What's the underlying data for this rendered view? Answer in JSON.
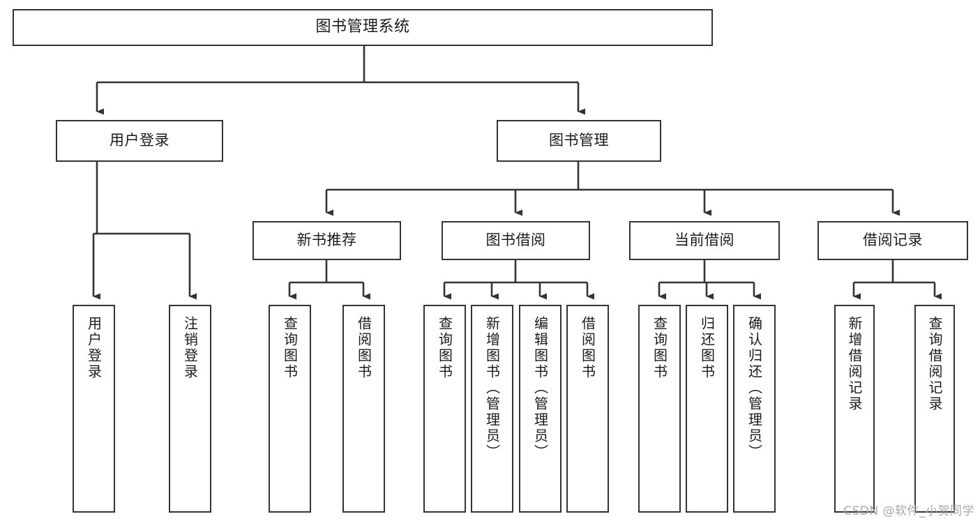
{
  "diagram": {
    "title": "图书管理系统",
    "type": "tree-hierarchy",
    "watermark": "CSDN @软件_小贺同学",
    "colors": {
      "box_border": "#333333",
      "box_fill": "#ffffff",
      "edge": "#333333",
      "text": "#1b1b1b",
      "watermark": "#a8a8a8"
    },
    "nodes": {
      "root": {
        "label": "图书管理系统"
      },
      "level2": [
        {
          "id": "user-login",
          "label": "用户登录"
        },
        {
          "id": "book-management",
          "label": "图书管理"
        }
      ],
      "level3": [
        {
          "id": "new-book-recommend",
          "label": "新书推荐"
        },
        {
          "id": "book-borrow",
          "label": "图书借阅"
        },
        {
          "id": "current-borrow",
          "label": "当前借阅"
        },
        {
          "id": "borrow-record",
          "label": "借阅记录"
        }
      ],
      "leaves": {
        "user_login": [
          {
            "id": "leaf-user-login",
            "label": "用户登录"
          },
          {
            "id": "leaf-logout-login",
            "label": "注销登录"
          }
        ],
        "new_book_recommend": [
          {
            "id": "leaf-query-book-1",
            "label": "查询图书"
          },
          {
            "id": "leaf-borrow-book-1",
            "label": "借阅图书"
          }
        ],
        "book_borrow": [
          {
            "id": "leaf-query-book-2",
            "label": "查询图书"
          },
          {
            "id": "leaf-add-book",
            "label": "新增图书（管理员）"
          },
          {
            "id": "leaf-edit-book",
            "label": "编辑图书（管理员）"
          },
          {
            "id": "leaf-borrow-book-2",
            "label": "借阅图书"
          }
        ],
        "current_borrow": [
          {
            "id": "leaf-query-book-3",
            "label": "查询图书"
          },
          {
            "id": "leaf-return-book",
            "label": "归还图书"
          },
          {
            "id": "leaf-confirm-return",
            "label": "确认归还（管理员）"
          }
        ],
        "borrow_record": [
          {
            "id": "leaf-add-record",
            "label": "新增借阅记录"
          },
          {
            "id": "leaf-query-record",
            "label": "查询借阅记录"
          }
        ]
      }
    }
  }
}
